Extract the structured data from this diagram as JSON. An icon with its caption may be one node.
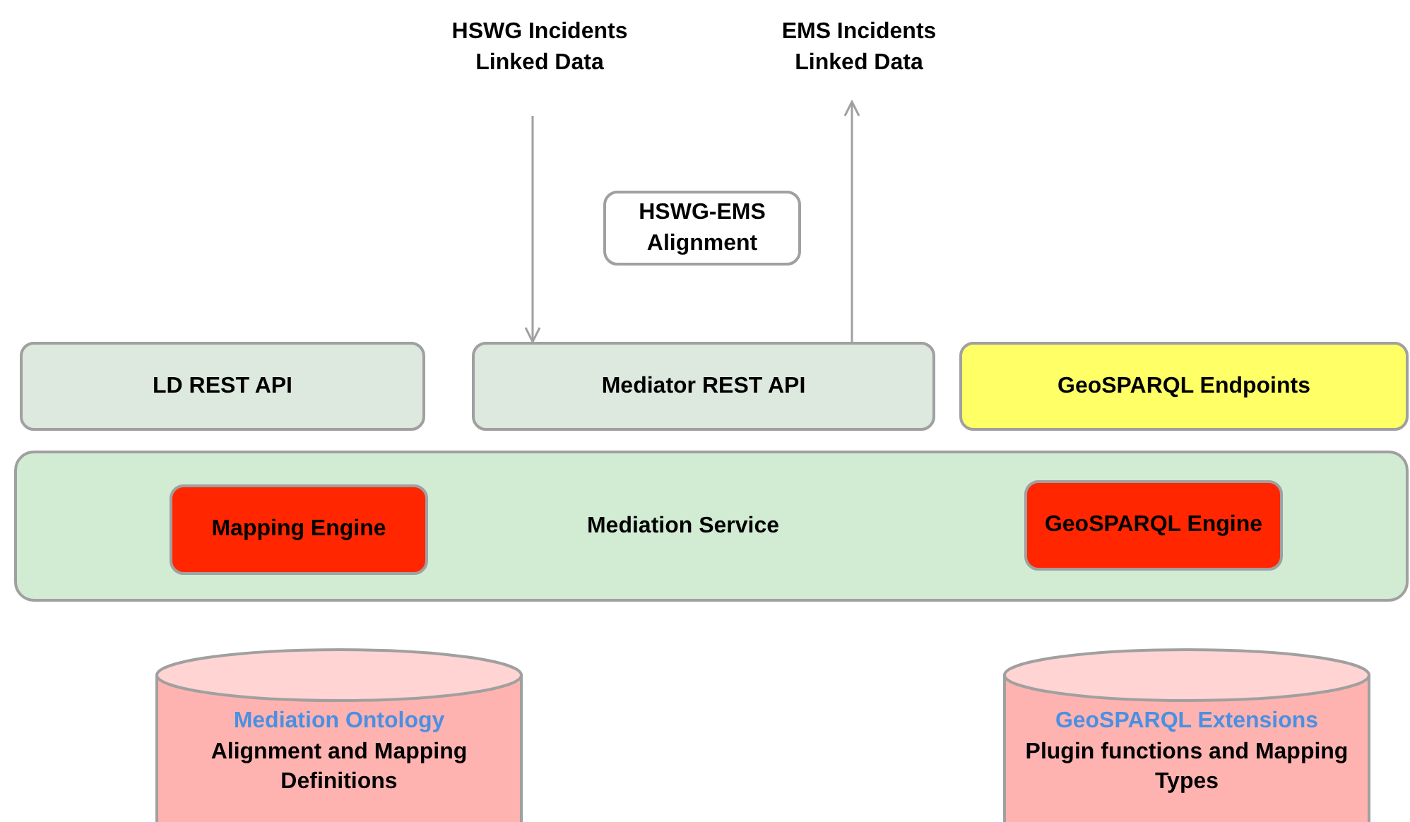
{
  "diagram": {
    "nodes": [
      {
        "text": [
          "HSWG Incidents Linked Data"
        ]
      },
      {
        "text": [
          "EMS Incidents Linked Data"
        ]
      },
      {
        "text": [
          "HSWG-EMS Alignment"
        ]
      },
      {
        "text": [
          "LD REST API"
        ]
      },
      {
        "text": [
          "Mediator REST API"
        ]
      },
      {
        "text": [
          "GeoSPARQL Endpoints"
        ]
      },
      {
        "text": [
          "Mediation Service"
        ]
      },
      {
        "text": [
          "Mapping Engine"
        ],
        "in": 6
      },
      {
        "text": [
          "GeoSPARQL Engine"
        ],
        "in": 6
      },
      {
        "text": [
          "Mediation Ontology",
          "Alignment and Mapping Definitions"
        ]
      },
      {
        "text": [
          "GeoSPARQL Extensions",
          "Plugin functions and Mapping Types"
        ]
      }
    ],
    "edges": [
      {
        "from": 0,
        "to": 4,
        "arrow": "to"
      },
      {
        "from": 4,
        "to": 1,
        "arrow": "to"
      }
    ]
  }
}
